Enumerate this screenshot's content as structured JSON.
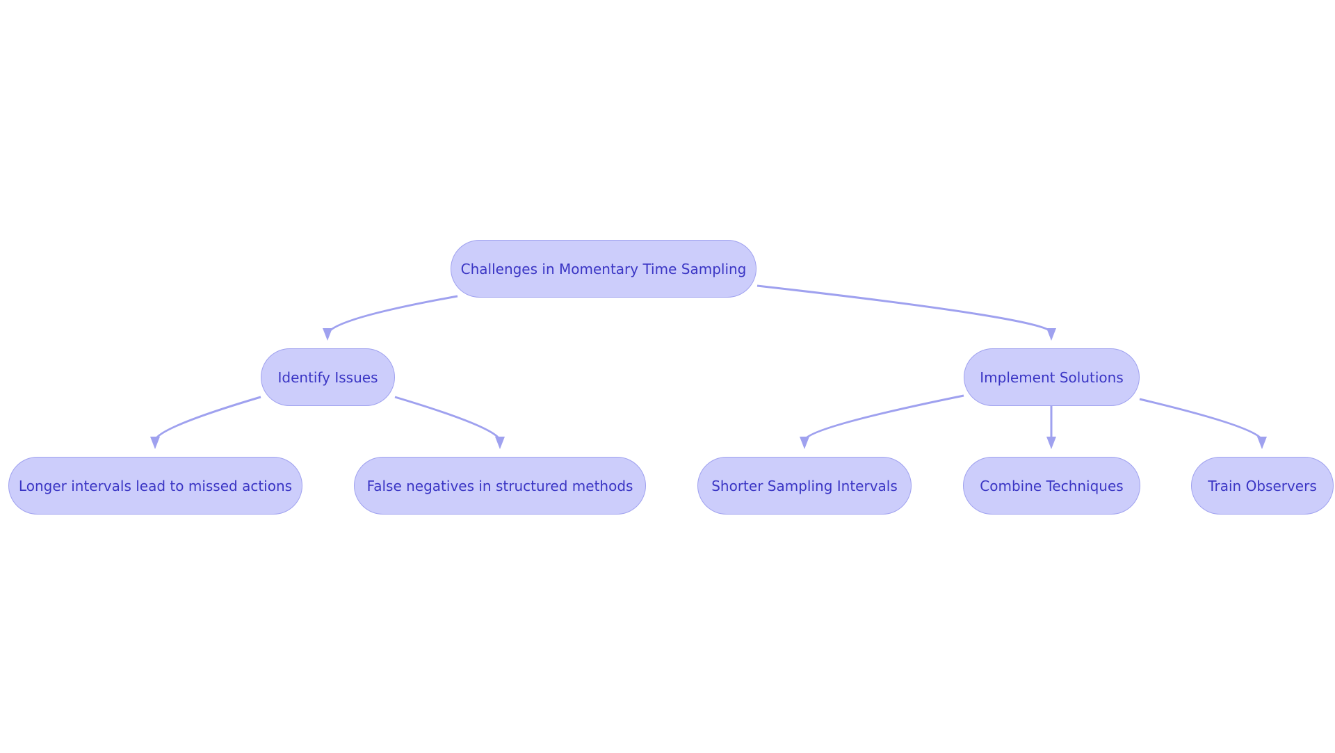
{
  "colors": {
    "background": "#ffffff",
    "node_fill": "#cccdfb",
    "node_border": "#9fa1ef",
    "node_text": "#3a35c4",
    "edge": "#9fa1ef"
  },
  "nodes": {
    "root": {
      "label": "Challenges in Momentary Time Sampling"
    },
    "identify": {
      "label": "Identify Issues"
    },
    "implement": {
      "label": "Implement Solutions"
    },
    "longer": {
      "label": "Longer intervals lead to missed actions"
    },
    "false_neg": {
      "label": "False negatives in structured methods"
    },
    "shorter": {
      "label": "Shorter Sampling Intervals"
    },
    "combine": {
      "label": "Combine Techniques"
    },
    "train": {
      "label": "Train Observers"
    }
  },
  "edges": [
    {
      "from": "root",
      "to": "identify"
    },
    {
      "from": "root",
      "to": "implement"
    },
    {
      "from": "identify",
      "to": "longer"
    },
    {
      "from": "identify",
      "to": "false_neg"
    },
    {
      "from": "implement",
      "to": "shorter"
    },
    {
      "from": "implement",
      "to": "combine"
    },
    {
      "from": "implement",
      "to": "train"
    }
  ]
}
